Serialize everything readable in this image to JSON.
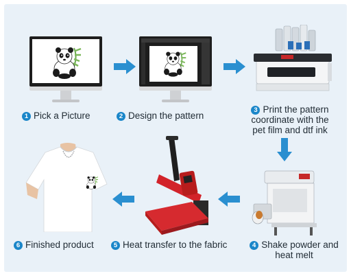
{
  "steps": [
    {
      "num": "1",
      "label": "Pick a Picture"
    },
    {
      "num": "2",
      "label": "Design the pattern"
    },
    {
      "num": "3",
      "line1": "Print the pattern",
      "line2": "coordinate with the",
      "line3": "pet film and dtf ink"
    },
    {
      "num": "4",
      "line1": "Shake powder and",
      "line2": "heat melt"
    },
    {
      "num": "5",
      "label": "Heat transfer to the fabric"
    },
    {
      "num": "6",
      "label": "Finished product"
    }
  ],
  "colors": {
    "background": "#e9f1f8",
    "accent": "#1a86c9",
    "arrow": "#2a8fd0",
    "press_red": "#d2232a"
  },
  "icons": [
    "monitor-icon",
    "panda-icon",
    "photoshop-window",
    "dtf-printer",
    "shaker-machine",
    "heat-press",
    "tshirt"
  ]
}
